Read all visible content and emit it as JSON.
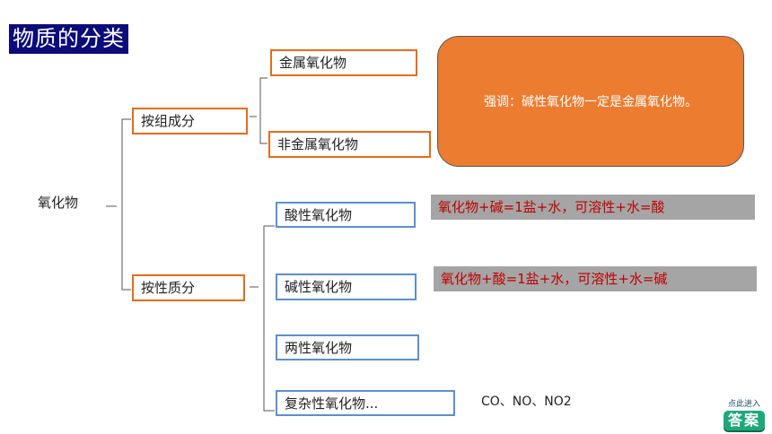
{
  "title": "物质的分类",
  "root": "氧化物",
  "groups": {
    "composition": {
      "label": "按组成分",
      "items": [
        "金属氧化物",
        "非金属氧化物"
      ]
    },
    "property": {
      "label": "按性质分",
      "items": [
        "酸性氧化物",
        "碱性氧化物",
        "两性氧化物",
        "复杂性氧化物..."
      ]
    }
  },
  "callout": "强调：碱性氧化物一定是金属氧化物。",
  "notes": {
    "acidic": "氧化物+碱=1盐+水，可溶性+水=酸",
    "basic": "氧化物+酸=1盐+水，可溶性+水=碱",
    "complex": "CO、NO、NO2"
  },
  "answer_button": {
    "top_label": "点此进入",
    "label": "答案"
  },
  "colors": {
    "title_bg": "#0b0b7a",
    "orange_border": "#e36c1a",
    "blue_border": "#5b8fd1",
    "callout_fill": "#ec7c30",
    "note_bg": "#a5a5a5",
    "note_text": "#c00000",
    "answer_green": "#1ea87a"
  }
}
